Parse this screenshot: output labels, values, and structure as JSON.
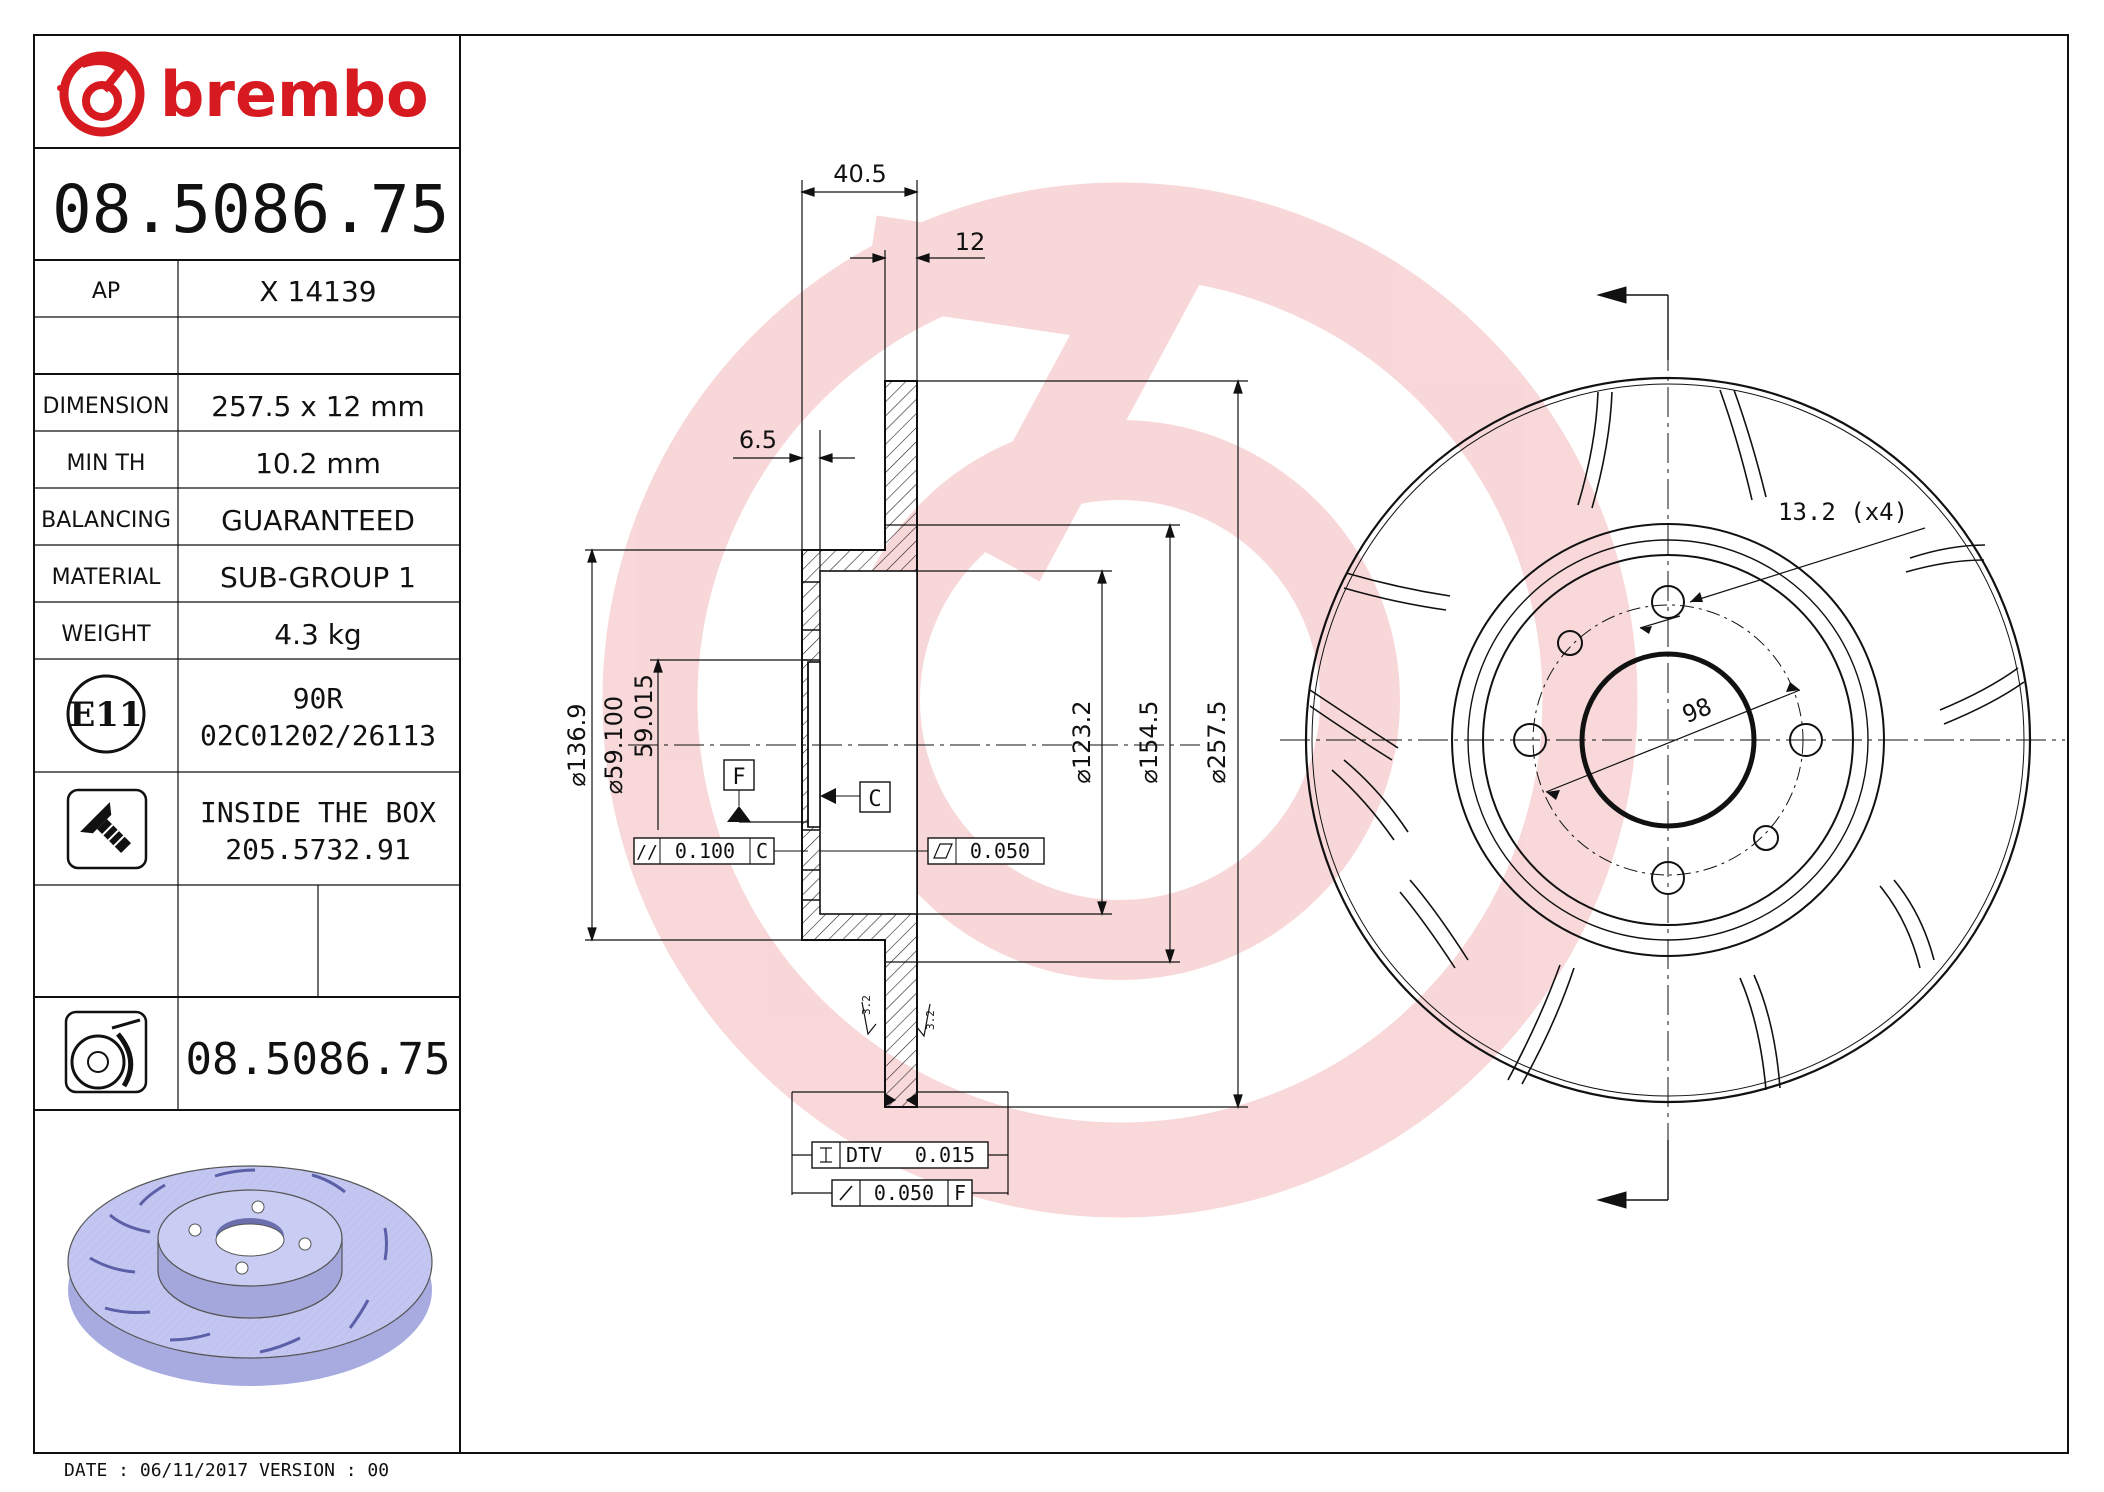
{
  "brand": {
    "name": "brembo",
    "color": "#d71920"
  },
  "part_number": "08.5086.75",
  "specs": [
    {
      "label": "AP",
      "value": "X 14139"
    },
    {
      "label": "",
      "value": ""
    },
    {
      "label": "DIMENSION",
      "value": "257.5 x 12 mm"
    },
    {
      "label": "MIN TH",
      "value": "10.2 mm"
    },
    {
      "label": "BALANCING",
      "value": "GUARANTEED"
    },
    {
      "label": "MATERIAL",
      "value": "SUB-GROUP 1"
    },
    {
      "label": "WEIGHT",
      "value": "4.3 kg"
    }
  ],
  "homologation": {
    "mark": "E11",
    "line1": "90R",
    "line2": "02C01202/26113"
  },
  "screw": {
    "line1": "INSIDE THE BOX",
    "line2": "205.5732.91"
  },
  "bottom_part_number": "08.5086.75",
  "footer": {
    "date_text": "DATE : 06/11/2017 VERSION : 00"
  },
  "dimensions": {
    "total_width": "40.5",
    "disc_thickness": "12",
    "hat_wall": "6.5",
    "d_136_9": "⌀136.9",
    "d_59_100": "⌀59.100",
    "d_59_015": "59.015",
    "d_123_2": "⌀123.2",
    "d_154_5": "⌀154.5",
    "d_257_5": "⌀257.5",
    "bolt_holes": "13.2 (x4)",
    "pcd": "98",
    "roughness_1": "3.2",
    "roughness_2": "3.2"
  },
  "tolerances": {
    "datum_f": "F",
    "datum_c": "C",
    "parallelism_symbol": "//",
    "parallelism_value": "0.100",
    "parallelism_datum": "C",
    "flatness_value": "0.050",
    "dtv_label": "DTV",
    "dtv_value": "0.015",
    "runout_value": "0.050",
    "runout_datum": "F"
  }
}
